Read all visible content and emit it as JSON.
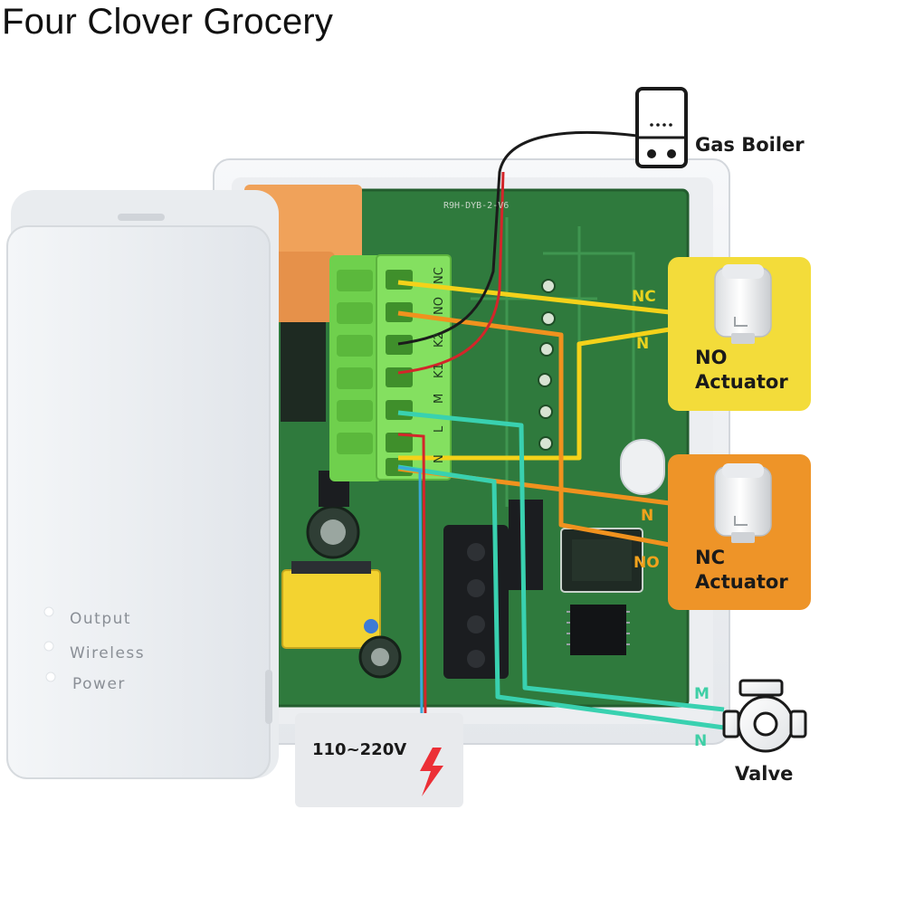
{
  "store": {
    "title": "Four Clover Grocery"
  },
  "devices": {
    "gas_boiler": "Gas Boiler",
    "no_actuator": {
      "line1": "NO",
      "line2": "Actuator"
    },
    "nc_actuator": {
      "line1": "NC",
      "line2": "Actuator"
    },
    "valve": "Valve",
    "power_supply": "110~220V"
  },
  "terminal_labels": [
    "NC",
    "NO",
    "K2",
    "K1",
    "M",
    "L",
    "N"
  ],
  "wire_labels": {
    "no_actuator_nc": "NC",
    "no_actuator_n": "N",
    "nc_actuator_n": "N",
    "nc_actuator_no": "NO",
    "valve_m": "M",
    "valve_n": "N"
  },
  "indicators": [
    "Output",
    "Wireless",
    "Power"
  ],
  "board_code": "R9H-DYB-2-V6",
  "colors": {
    "yellow_wire": "#f4d21a",
    "orange_wire": "#f0921e",
    "teal_wire": "#39d1b0",
    "yellow_panel": "#f3dc3a",
    "orange_panel": "#ee9428",
    "terminal_block": "#7fe05a",
    "pcb": "#2f7a3d"
  }
}
